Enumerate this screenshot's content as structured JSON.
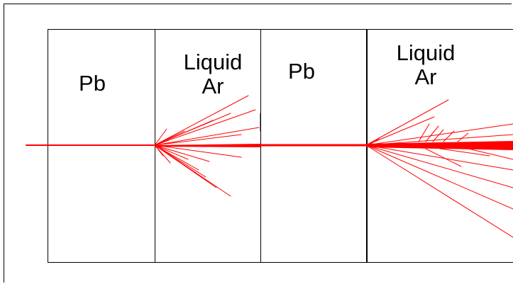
{
  "layers": [
    {
      "material": "Pb"
    },
    {
      "material": "Liquid\nAr"
    },
    {
      "material": "Pb"
    },
    {
      "material": "Liquid\nAr"
    }
  ],
  "colors": {
    "track": "#ff0000",
    "lines": "#000000",
    "background": "#ffffff"
  }
}
